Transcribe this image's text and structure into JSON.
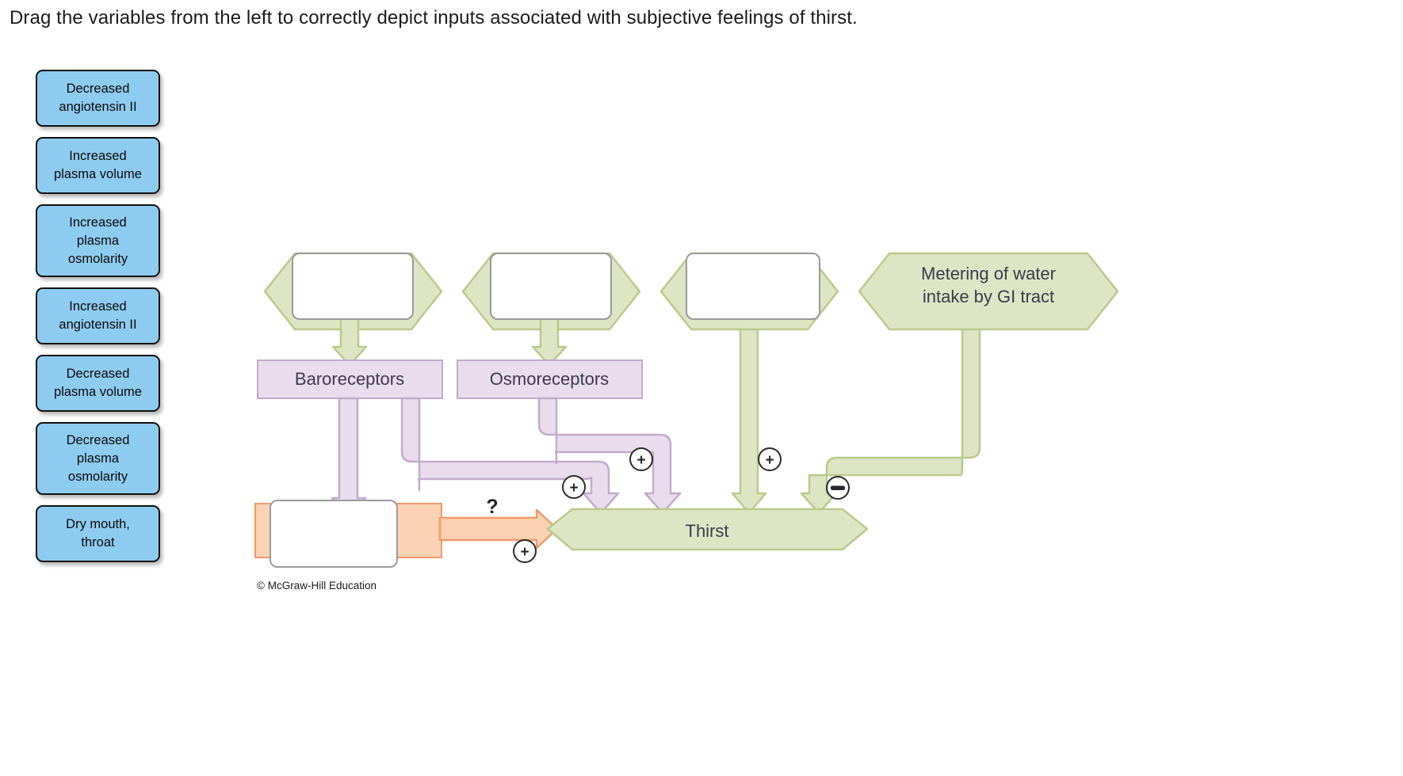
{
  "prompt": "Drag the variables from the left to correctly depict inputs associated with subjective feelings of thirst.",
  "tray": {
    "tiles": [
      {
        "label": "Decreased angiotensin II",
        "lines": [
          "Decreased",
          "angiotensin II"
        ]
      },
      {
        "label": "Increased plasma volume",
        "lines": [
          "Increased",
          "plasma volume"
        ]
      },
      {
        "label": "Increased plasma osmolarity",
        "lines": [
          "Increased",
          "plasma",
          "osmolarity"
        ]
      },
      {
        "label": "Increased angiotensin II",
        "lines": [
          "Increased",
          "angiotensin II"
        ]
      },
      {
        "label": "Decreased plasma volume",
        "lines": [
          "Decreased",
          "plasma volume"
        ]
      },
      {
        "label": "Decreased plasma osmolarity",
        "lines": [
          "Decreased",
          "plasma",
          "osmolarity"
        ]
      },
      {
        "label": "Dry mouth, throat",
        "lines": [
          "Dry mouth,",
          "throat"
        ]
      }
    ]
  },
  "diagram": {
    "dropzones": [
      {
        "id": "dz1",
        "value": "",
        "placeholder": ""
      },
      {
        "id": "dz2",
        "value": "",
        "placeholder": ""
      },
      {
        "id": "dz3",
        "value": "",
        "placeholder": ""
      },
      {
        "id": "dz4",
        "value": "",
        "placeholder": ""
      }
    ],
    "nodes": {
      "metering": {
        "line1": "Metering of water",
        "line2": "intake by GI tract"
      },
      "baroreceptors": "Baroreceptors",
      "osmoreceptors": "Osmoreceptors",
      "thirst": "Thirst"
    },
    "signs": [
      {
        "id": "sign-plus-1",
        "symbol": "+"
      },
      {
        "id": "sign-plus-2",
        "symbol": "+"
      },
      {
        "id": "sign-plus-3",
        "symbol": "+"
      },
      {
        "id": "sign-minus-1",
        "symbol": "−"
      },
      {
        "id": "sign-plus-4",
        "symbol": "+"
      }
    ],
    "unknown_marker": "?",
    "copyright": "© McGraw-Hill Education",
    "colors": {
      "tile_fill": "#8ecbf0",
      "tile_border": "#111111",
      "green_fill": "#dde5c4",
      "green_stroke": "#b9cb8a",
      "purple_fill": "#e8dced",
      "purple_stroke": "#c3abcb",
      "orange_fill": "#fbd2b3",
      "orange_stroke": "#ef9a6a",
      "dropzone_fill": "#ffffff",
      "dropzone_stroke": "#9a9a9a"
    }
  }
}
